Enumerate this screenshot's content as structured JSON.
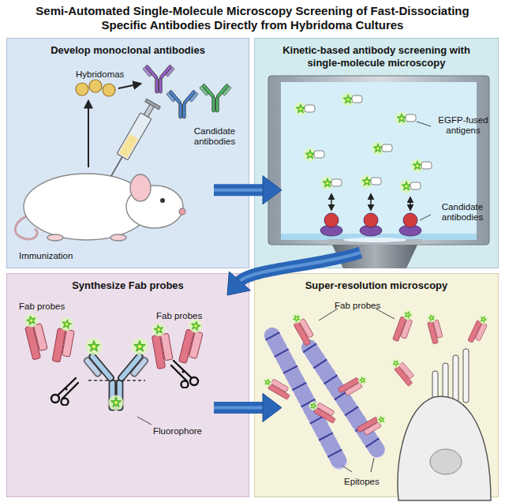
{
  "diagram": {
    "title": "Semi-Automated Single-Molecule Microscopy Screening of Fast-Dissociating Specific Antibodies Directly from Hybridoma Cultures",
    "nodes": [
      {
        "text": [
          "Develop monoclonal antibodies"
        ]
      },
      {
        "text": [
          "Kinetic-based antibody screening with single-molecule microscopy"
        ]
      },
      {
        "text": [
          "Synthesize Fab probes"
        ]
      },
      {
        "text": [
          "Super-resolution microscopy"
        ]
      }
    ],
    "edges": [
      {
        "from": 0,
        "to": 1,
        "arrow": "to"
      },
      {
        "from": 1,
        "to": 2,
        "arrow": "to"
      },
      {
        "from": 2,
        "to": 3,
        "arrow": "to"
      }
    ],
    "labels": [
      "Hybridomas",
      "Candidate antibodies",
      "Immunization",
      "EGFP-fused antigens",
      "Candidate antibodies",
      "Fab probes",
      "Fab probes",
      "Fluorophore",
      "Fab probes",
      "Epitopes"
    ]
  }
}
